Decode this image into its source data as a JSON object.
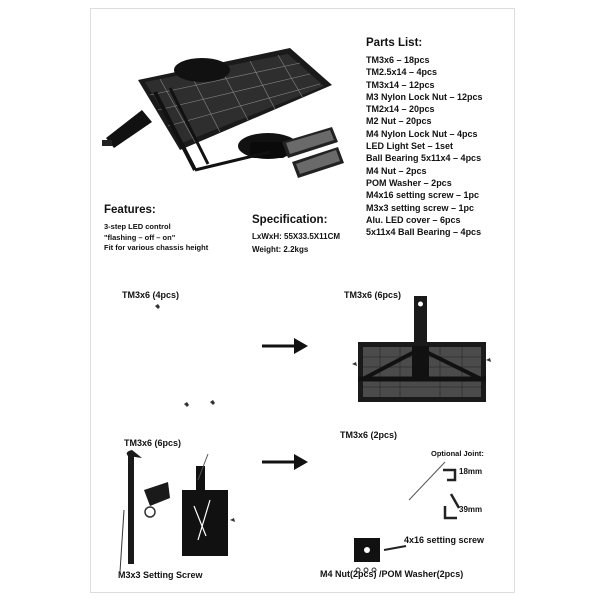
{
  "parts": {
    "title": "Parts List:",
    "items": [
      "TM3x6 – 18pcs",
      "TM2.5x14 – 4pcs",
      "TM3x14 – 12pcs",
      "M3 Nylon Lock Nut – 12pcs",
      "TM2x14 – 20pcs",
      "M2 Nut – 20pcs",
      "M4 Nylon Lock Nut – 4pcs",
      "LED Light Set – 1set",
      "Ball Bearing 5x11x4 – 4pcs",
      "M4 Nut – 2pcs",
      "POM Washer – 2pcs",
      "M4x16 setting screw – 1pc",
      "M3x3 setting screw – 1pc",
      "Alu. LED cover – 6pcs",
      "5x11x4 Ball Bearing – 4pcs"
    ]
  },
  "features": {
    "title": "Features:",
    "items": [
      "3-step LED control",
      "\"flashing – off – on\"",
      "Fit for various chassis height"
    ]
  },
  "specification": {
    "title": "Specification:",
    "items": [
      "LxWxH: 55X33.5X11CM",
      "Weight: 2.2kgs"
    ]
  },
  "steps": {
    "step1_left_label": "TM3x6  (4pcs)",
    "step1_right_label": "TM3x6  (6pcs)",
    "step2_left_label": "TM3x6  (6pcs)",
    "step2_right_label": "TM3x6  (2pcs)",
    "optional_joint": "Optional Joint:",
    "dim_18": "18mm",
    "dim_39": "39mm",
    "setting_screw_label": "4x16 setting screw",
    "m3x3_label": "M3x3 Setting Screw",
    "nut_washer_label": "M4 Nut(2pcs) /POM Washer(2pcs)"
  }
}
